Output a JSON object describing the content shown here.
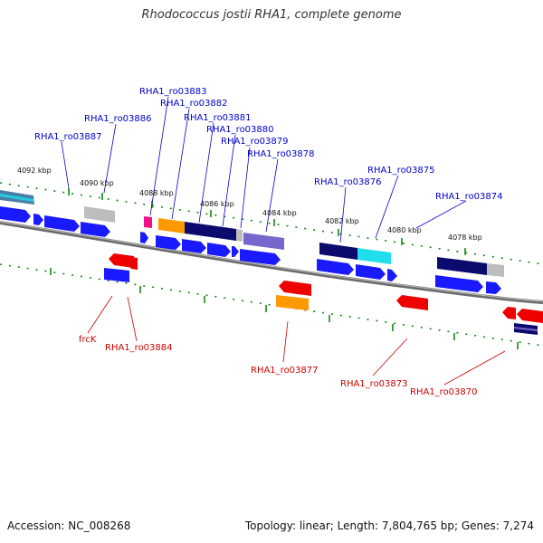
{
  "header": {
    "title": "Rhodococcus jostii RHA1, complete genome"
  },
  "footer": {
    "accession": "Accession: NC_008268",
    "summary": "Topology: linear; Length: 7,804,765 bp; Genes: 7,274"
  },
  "colors": {
    "forward_label": "#0000cc",
    "reverse_label": "#cc0000",
    "backbone": "#707070",
    "tick": "#118811",
    "blue": "#1a1aff",
    "navy": "#0b0b6e",
    "gray": "#bdbdbd",
    "orange": "#ff9900",
    "magenta": "#ee1188",
    "red": "#ee0000",
    "cyan": "#22ccdd",
    "lavender": "#7766cc"
  },
  "scale_labels": {
    "k4092": "4092 kbp",
    "k4090": "4090 kbp",
    "k4088": "4088 kbp",
    "k4086": "4086 kbp",
    "k4084": "4084 kbp",
    "k4082": "4082 kbp",
    "k4080": "4080 kbp",
    "k4078": "4078 kbp"
  },
  "gene_labels_forward": {
    "ro03887": "RHA1_ro03887",
    "ro03886": "RHA1_ro03886",
    "ro03883": "RHA1_ro03883",
    "ro03882": "RHA1_ro03882",
    "ro03881": "RHA1_ro03881",
    "ro03880": "RHA1_ro03880",
    "ro03879": "RHA1_ro03879",
    "ro03878": "RHA1_ro03878",
    "ro03876": "RHA1_ro03876",
    "ro03875": "RHA1_ro03875",
    "ro03874": "RHA1_ro03874"
  },
  "gene_labels_reverse": {
    "frcK": "frcK",
    "ro03884": "RHA1_ro03884",
    "ro03877": "RHA1_ro03877",
    "ro03873": "RHA1_ro03873",
    "ro03870": "RHA1_ro03870"
  }
}
